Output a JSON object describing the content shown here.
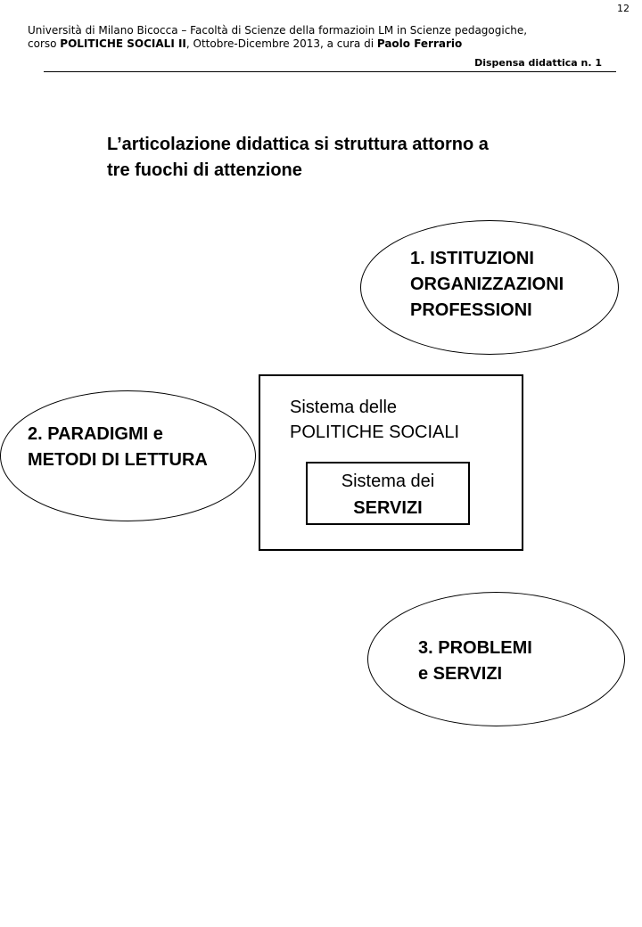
{
  "page_number": "12",
  "header": {
    "line1": "Università di Milano Bicocca – Facoltà di Scienze della formazioin LM in Scienze pedagogiche,",
    "line2_segments": [
      {
        "text": "corso ",
        "bold": false
      },
      {
        "text": "POLITICHE SOCIALI II",
        "bold": true
      },
      {
        "text": ", Ottobre-Dicembre 2013,  a cura di ",
        "bold": false
      },
      {
        "text": "Paolo Ferrario",
        "bold": true
      }
    ],
    "dispensa": "Dispensa didattica n. 1"
  },
  "intro": {
    "line1": "L’articolazione didattica si struttura attorno a",
    "line2": "tre fuochi di attenzione"
  },
  "foci": [
    {
      "lines": [
        "1. ISTITUZIONI",
        "ORGANIZZAZIONI",
        "PROFESSIONI"
      ]
    },
    {
      "lines": [
        "2. PARADIGMI e",
        "METODI DI LETTURA"
      ]
    },
    {
      "lines": [
        "3. PROBLEMI",
        "e SERVIZI"
      ]
    }
  ],
  "system": {
    "outer_line1": "Sistema delle",
    "outer_line2": "POLITICHE SOCIALI",
    "inner_line1": "Sistema dei",
    "inner_line2": "SERVIZI"
  }
}
